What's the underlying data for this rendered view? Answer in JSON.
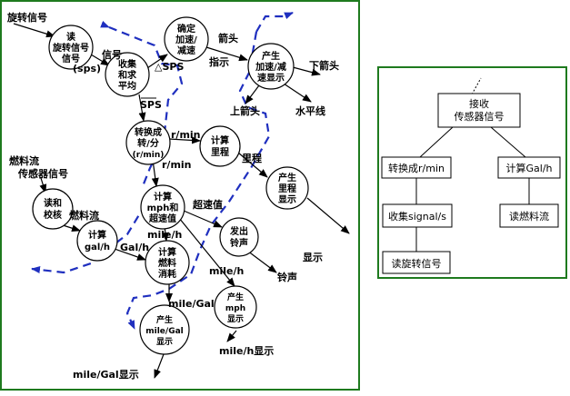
{
  "colors": {
    "frame": "#1e7a1e",
    "dashed": "#1f2fbf",
    "line": "#000000",
    "node_fill": "#ffffff"
  },
  "left": {
    "inputs": {
      "rotation_signal": "旋转信号",
      "fuel_flow_1": "燃料流",
      "fuel_flow_2": "传感器信号"
    },
    "nodes": {
      "read_rot": [
        "读",
        "旋转信号",
        "信号"
      ],
      "collect": [
        "收集",
        "和求",
        "平均"
      ],
      "confirm": [
        "确定",
        "加速/",
        "减速"
      ],
      "arrow_gen": [
        "产生",
        "加速/减",
        "速显示"
      ],
      "convert": [
        "转换成",
        "转/分",
        "(r/min)"
      ],
      "mileage": [
        "计算",
        "里程"
      ],
      "mileage_disp": [
        "产生",
        "里程",
        "显示"
      ],
      "read_check": [
        "读和",
        "校核"
      ],
      "mph_calc": [
        "计算",
        "mph和",
        "超速值"
      ],
      "galh": [
        "计算",
        "gal/h"
      ],
      "alarm": [
        "发出",
        "铃声"
      ],
      "fuel_calc": [
        "计算",
        "燃料",
        "消耗"
      ],
      "mph_disp": [
        "产生",
        "mph",
        "显示"
      ],
      "mpg_disp": [
        "产生",
        "mile/Gal",
        "显示"
      ]
    },
    "labels": {
      "sps": "(sps)",
      "signal_overlap": "信号",
      "arrow": "箭头",
      "indicate": "指示",
      "down_arrow": "下箭头",
      "up_arrow": "上箭头",
      "horizontal": "水平线",
      "delta_sps": "△SPS",
      "sps_bar": "SPS",
      "rmin_1": "r/min",
      "rmin_2": "r/min",
      "mileage": "里程",
      "fuel_flow": "燃料流",
      "overspeed": "超速值",
      "gal_h": "Gal/h",
      "mile_h_1": "mile/h",
      "display": "显示",
      "mile_h_2": "mile/h",
      "bell": "铃声",
      "mile_gal": "mile/Gal",
      "mph_display": "mile/h显示",
      "mpg_display": "mile/Gal显示"
    }
  },
  "right": {
    "root": [
      "接收",
      "传感器信号"
    ],
    "convert": "转换成r/min",
    "gal": "计算Gal/h",
    "collect": "收集signal/s",
    "read_fuel": "读燃料流",
    "read_rot": "读旋转信号"
  }
}
